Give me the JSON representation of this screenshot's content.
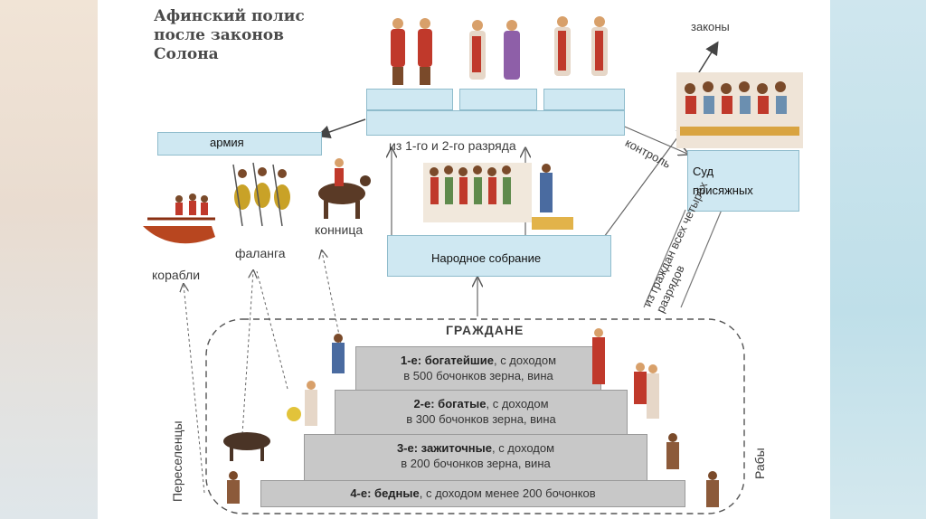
{
  "title": {
    "line1": "Афинский полис",
    "line2": "после законов",
    "line3": "Солона"
  },
  "labels": {
    "laws": "законы",
    "army": "армия",
    "ranks": "из 1-го и 2-го разряда",
    "control": "контроль",
    "court_line1": "Суд",
    "court_line2": "присяжных",
    "ships": "корабли",
    "phalanx": "фаланга",
    "cavalry": "конница",
    "assembly": "Народное собрание",
    "citizens_of_four": "из граждан всех четырёх разрядов",
    "citizens_heading": "ГРАЖДАНЕ",
    "settlers": "Переселенцы",
    "slaves": "Рабы"
  },
  "classes": [
    {
      "head": "1-е: богатейшие",
      "rest": ", с доходом",
      "line2": "в 500 бочонков зерна, вина"
    },
    {
      "head": "2-е: богатые",
      "rest": ", с доходом",
      "line2": "в 300 бочонков зерна, вина"
    },
    {
      "head": "3-е: зажиточные",
      "rest": ", с доходом",
      "line2": "в 200 бочонков зерна, вина"
    },
    {
      "head": "4-е: бедные",
      "rest": ", с доходом менее 200 бочонков",
      "line2": ""
    }
  ],
  "colors": {
    "box_fill": "#cfe8f2",
    "box_border": "#8fbccc",
    "step_fill": "#c8c8c8",
    "robe_red": "#c0392b",
    "robe_purple": "#8e5fa8"
  }
}
